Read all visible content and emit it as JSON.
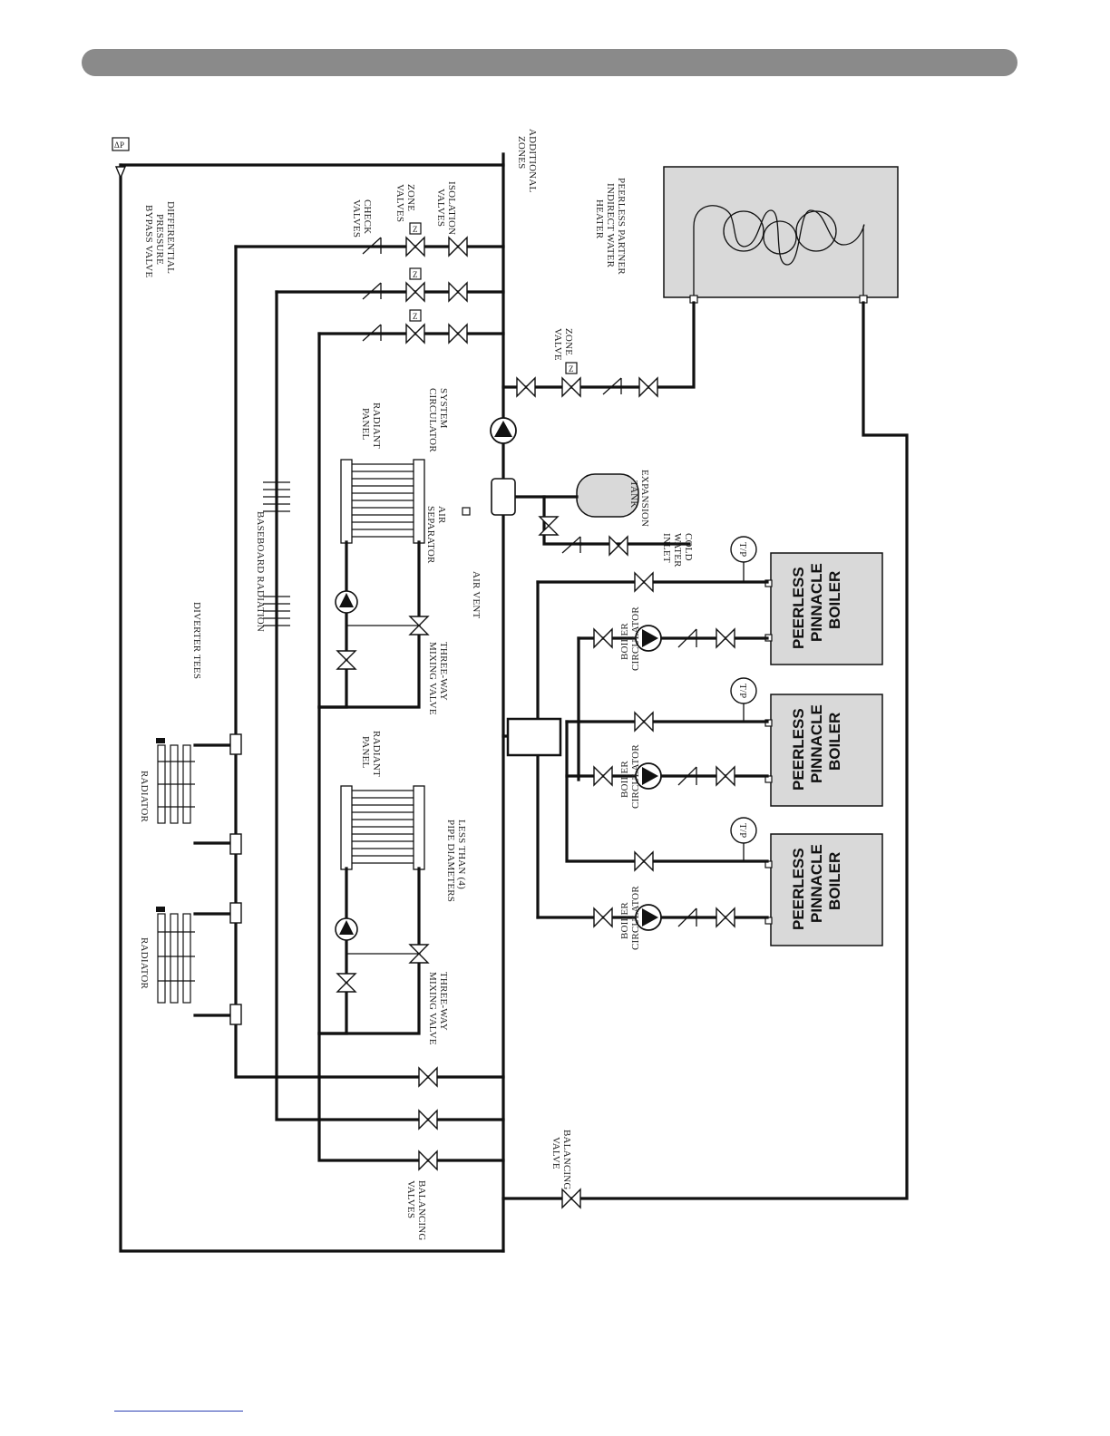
{
  "labels": {
    "additional_zones": [
      "ADDITIONAL",
      "ZONES"
    ],
    "differential_bypass": [
      "DIFFERENTIAL",
      "PRESSURE",
      "BYPASS VALVE"
    ],
    "check_valves": [
      "CHECK",
      "VALVES"
    ],
    "zone_valves": [
      "ZONE",
      "VALVES"
    ],
    "isolation_valves": [
      "ISOLATION",
      "VALVES"
    ],
    "indirect_heater": [
      "PEERLESS PARTNER",
      "INDIRECT WATER",
      "HEATER"
    ],
    "zone_valve": [
      "ZONE",
      "VALVE"
    ],
    "system_circulator": [
      "SYSTEM",
      "CIRCULATOR"
    ],
    "radiant_panel": [
      "RADIANT",
      "PANEL"
    ],
    "air_separator": [
      "AIR",
      "SEPARATOR"
    ],
    "air_vent": "AIR VENT",
    "expansion_tank": [
      "EXPANSION",
      "TANK"
    ],
    "cold_water_inlet": [
      "COLD",
      "WATER",
      "INLET"
    ],
    "baseboard_radiation": "BASEBOARD RADIATION",
    "three_way_mixing_valve": [
      "THREE-WAY",
      "MIXING VALVE"
    ],
    "boiler_circulator": [
      "BOILER",
      "CIRCULATOR"
    ],
    "diverter_tees": "DIVERTER TEES",
    "radiator": "RADIATOR",
    "less_than_4": [
      "LESS THAN (4)",
      "PIPE DIAMETERS"
    ],
    "balancing_valves": [
      "BALANCING",
      "VALVES"
    ],
    "balancing_valve": [
      "BALANCING",
      "VALVE"
    ],
    "tp": "T/P",
    "delta_p": "ΔP",
    "zone_z": "Z",
    "boiler_name": [
      "PEERLESS",
      "PINNACLE",
      "BOILER"
    ]
  },
  "colors": {
    "header_bar": "#8a8a8a",
    "equipment_fill": "#d9d9d9",
    "footer_rule": "#2b3fb3"
  },
  "icons": [
    "valve-icon",
    "check-valve-icon",
    "circulator-icon",
    "zone-valve-icon",
    "flow-arrow-icon",
    "tp-valve-icon"
  ]
}
